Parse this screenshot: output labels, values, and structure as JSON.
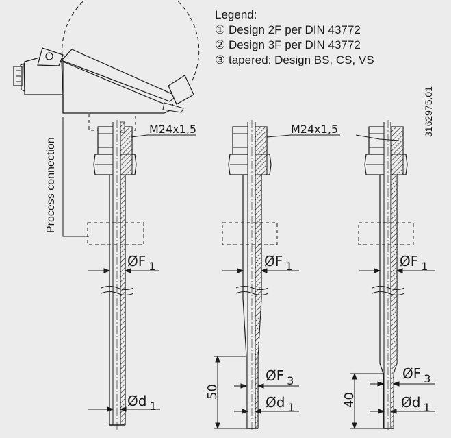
{
  "legend": {
    "title": "Legend:",
    "items": [
      {
        "num": "①",
        "text": "Design 2F per DIN 43772"
      },
      {
        "num": "②",
        "text": "Design 3F per DIN 43772"
      },
      {
        "num": "③",
        "text": "tapered: Design BS, CS, VS"
      }
    ]
  },
  "drawing_id": "3162975.01",
  "process_connection_label": "Process connection",
  "thread_label": "M24x1,5",
  "dims": {
    "f1": {
      "sym": "ØF",
      "sub": "1"
    },
    "f3": {
      "sym": "ØF",
      "sub": "3"
    },
    "d1": {
      "sym": "Ød",
      "sub": "1"
    },
    "len_design2": "50",
    "len_design3": "40"
  },
  "colors": {
    "background": "#ececec",
    "line": "#1a1a1a",
    "hatch": "#1a1a1a"
  }
}
